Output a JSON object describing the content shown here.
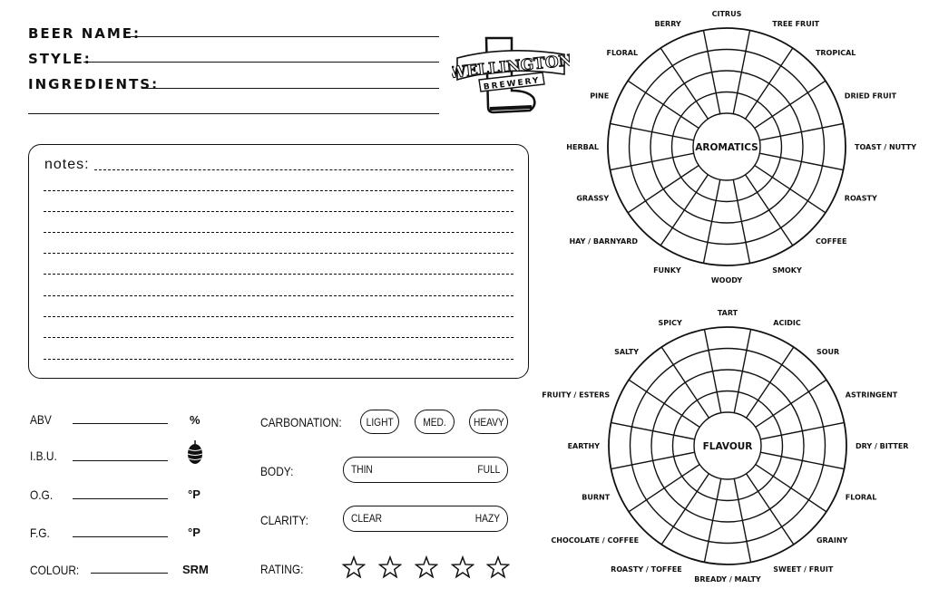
{
  "header": {
    "beer_name_label": "BEER NAME:",
    "style_label": "STYLE:",
    "ingredients_label": "INGREDIENTS:"
  },
  "logo": {
    "brand": "WELLINGTON",
    "sub": "BREWERY",
    "icon": "boot-icon"
  },
  "notes": {
    "label": "notes:"
  },
  "measures": {
    "abv": {
      "label": "ABV",
      "unit": "%"
    },
    "ibu": {
      "label": "I.B.U.",
      "unit_icon": "hop-icon"
    },
    "og": {
      "label": "O.G.",
      "unit": "°P"
    },
    "fg": {
      "label": "F.G.",
      "unit": "°P"
    },
    "colour": {
      "label": "COLOUR:",
      "unit": "SRM"
    }
  },
  "characteristics": {
    "carbonation": {
      "label": "CARBONATION:",
      "options": [
        "LIGHT",
        "MED.",
        "HEAVY"
      ]
    },
    "body": {
      "label": "BODY:",
      "min": "THIN",
      "max": "FULL"
    },
    "clarity": {
      "label": "CLARITY:",
      "min": "CLEAR",
      "max": "HAZY"
    },
    "rating": {
      "label": "RATING:",
      "stars": 5,
      "icon": "star-icon"
    }
  },
  "aromatics_wheel": {
    "center": "AROMATICS",
    "labels": [
      "CITRUS",
      "TREE FRUIT",
      "TROPICAL",
      "DRIED FRUIT",
      "TOAST / NUTTY",
      "ROASTY",
      "COFFEE",
      "SMOKY",
      "WOODY",
      "FUNKY",
      "HAY / BARNYARD",
      "GRASSY",
      "HERBAL",
      "PINE",
      "FLORAL",
      "BERRY"
    ]
  },
  "flavour_wheel": {
    "center": "FLAVOUR",
    "labels": [
      "TART",
      "ACIDIC",
      "SOUR",
      "ASTRINGENT",
      "DRY / BITTER",
      "FLORAL",
      "GRAINY",
      "SWEET / FRUIT",
      "BREADY / MALTY",
      "ROASTY / TOFFEE",
      "CHOCOLATE / COFFEE",
      "BURNT",
      "EARTHY",
      "FRUITY / ESTERS",
      "SALTY",
      "SPICY"
    ]
  }
}
